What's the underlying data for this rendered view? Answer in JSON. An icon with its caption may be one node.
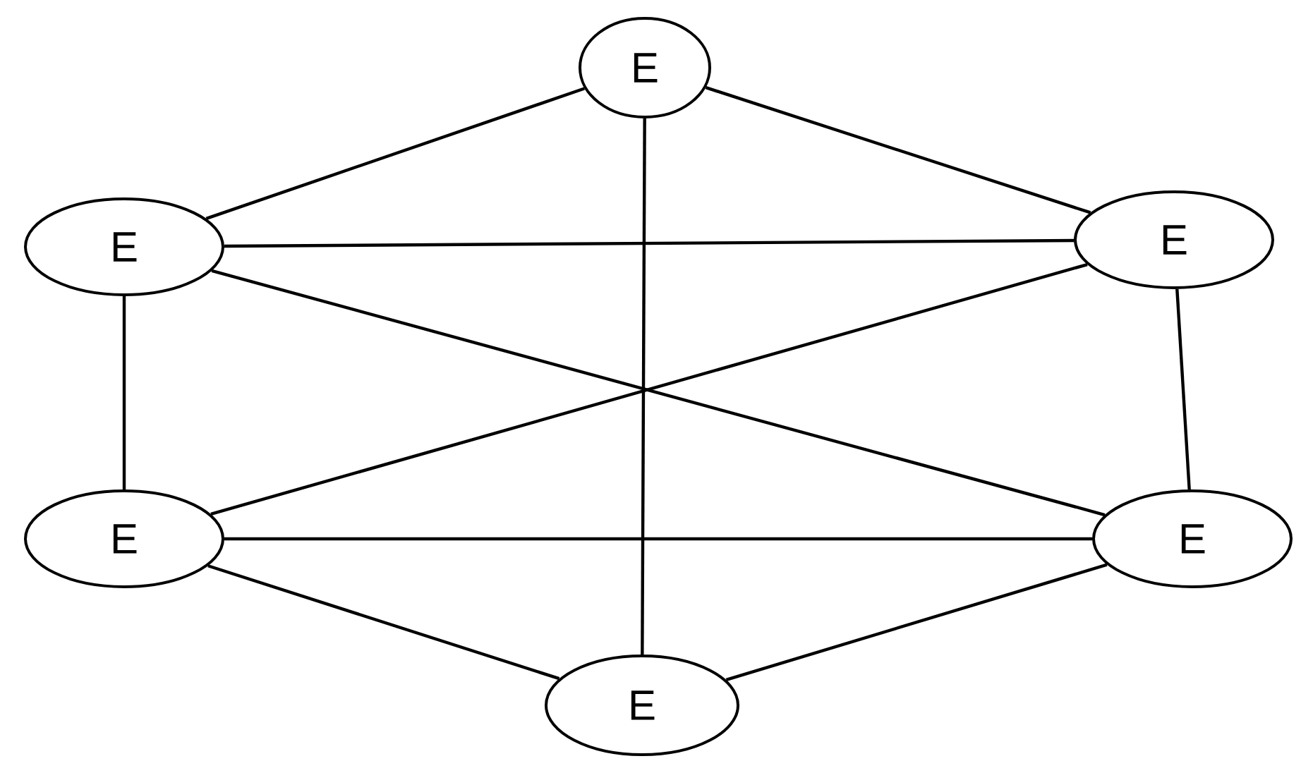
{
  "diagram": {
    "nodes": [
      {
        "text": [
          "E"
        ]
      },
      {
        "text": [
          "E"
        ]
      },
      {
        "text": [
          "E"
        ]
      },
      {
        "text": [
          "E"
        ]
      },
      {
        "text": [
          "E"
        ]
      },
      {
        "text": [
          "E"
        ]
      }
    ],
    "edges": [
      {
        "from": 0,
        "to": 1,
        "arrow": "none"
      },
      {
        "from": 0,
        "to": 2,
        "arrow": "none"
      },
      {
        "from": 0,
        "to": 5,
        "arrow": "none"
      },
      {
        "from": 1,
        "to": 2,
        "arrow": "none"
      },
      {
        "from": 1,
        "to": 4,
        "arrow": "none"
      },
      {
        "from": 1,
        "to": 3,
        "arrow": "none"
      },
      {
        "from": 2,
        "to": 3,
        "arrow": "none"
      },
      {
        "from": 2,
        "to": 4,
        "arrow": "none"
      },
      {
        "from": 3,
        "to": 4,
        "arrow": "none"
      },
      {
        "from": 3,
        "to": 5,
        "arrow": "none"
      },
      {
        "from": 4,
        "to": 5,
        "arrow": "none"
      }
    ]
  }
}
